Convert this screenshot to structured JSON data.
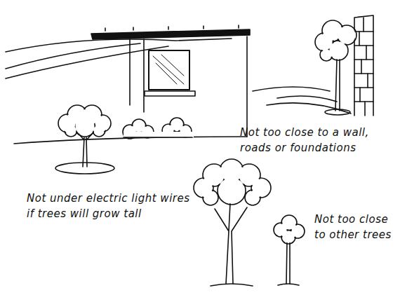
{
  "diagram": {
    "labels": [
      "Not under electric light wires if trees will grow tall",
      "Not too close to a wall, roads or foundations",
      "Not too close to other trees"
    ]
  }
}
